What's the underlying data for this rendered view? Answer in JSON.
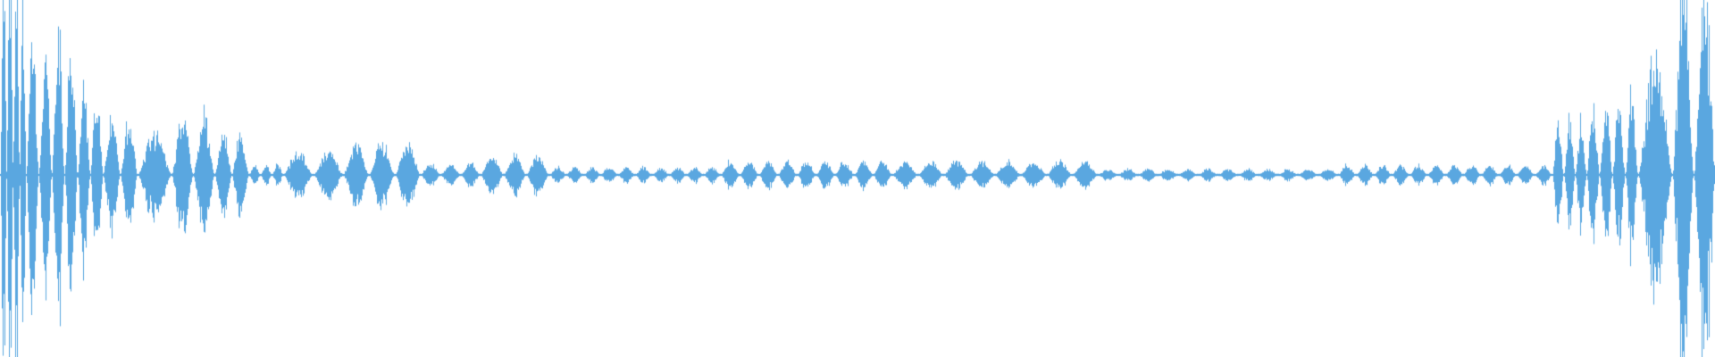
{
  "waveform": {
    "color": "#5aa7e0",
    "background": "#ffffff",
    "segments": [
      {
        "start": 0.0,
        "end": 0.015,
        "amp": 0.95,
        "pulses": 4,
        "noise": 0.25
      },
      {
        "start": 0.015,
        "end": 0.03,
        "amp": 0.6,
        "pulses": 2,
        "noise": 0.1
      },
      {
        "start": 0.03,
        "end": 0.045,
        "amp": 0.62,
        "pulses": 2,
        "noise": 0.12
      },
      {
        "start": 0.045,
        "end": 0.06,
        "amp": 0.4,
        "pulses": 2,
        "noise": 0.1
      },
      {
        "start": 0.06,
        "end": 0.08,
        "amp": 0.28,
        "pulses": 2,
        "noise": 0.06
      },
      {
        "start": 0.08,
        "end": 0.1,
        "amp": 0.2,
        "pulses": 1,
        "noise": 0.05
      },
      {
        "start": 0.1,
        "end": 0.125,
        "amp": 0.3,
        "pulses": 2,
        "noise": 0.05
      },
      {
        "start": 0.125,
        "end": 0.145,
        "amp": 0.22,
        "pulses": 2,
        "noise": 0.04
      },
      {
        "start": 0.145,
        "end": 0.165,
        "amp": 0.05,
        "pulses": 3,
        "noise": 0.02
      },
      {
        "start": 0.165,
        "end": 0.2,
        "amp": 0.12,
        "pulses": 2,
        "noise": 0.03
      },
      {
        "start": 0.2,
        "end": 0.245,
        "amp": 0.16,
        "pulses": 3,
        "noise": 0.03
      },
      {
        "start": 0.245,
        "end": 0.28,
        "amp": 0.06,
        "pulses": 3,
        "noise": 0.02
      },
      {
        "start": 0.28,
        "end": 0.32,
        "amp": 0.1,
        "pulses": 3,
        "noise": 0.03
      },
      {
        "start": 0.32,
        "end": 0.42,
        "amp": 0.04,
        "pulses": 10,
        "noise": 0.01
      },
      {
        "start": 0.42,
        "end": 0.52,
        "amp": 0.07,
        "pulses": 9,
        "noise": 0.02
      },
      {
        "start": 0.52,
        "end": 0.64,
        "amp": 0.07,
        "pulses": 8,
        "noise": 0.02
      },
      {
        "start": 0.64,
        "end": 0.78,
        "amp": 0.03,
        "pulses": 12,
        "noise": 0.01
      },
      {
        "start": 0.78,
        "end": 0.905,
        "amp": 0.05,
        "pulses": 12,
        "noise": 0.01
      },
      {
        "start": 0.905,
        "end": 0.925,
        "amp": 0.22,
        "pulses": 3,
        "noise": 0.2
      },
      {
        "start": 0.925,
        "end": 0.955,
        "amp": 0.3,
        "pulses": 4,
        "noise": 0.22
      },
      {
        "start": 0.955,
        "end": 0.975,
        "amp": 0.55,
        "pulses": 1,
        "noise": 0.15
      },
      {
        "start": 0.975,
        "end": 1.0,
        "amp": 0.75,
        "pulses": 2,
        "noise": 0.3
      }
    ]
  }
}
